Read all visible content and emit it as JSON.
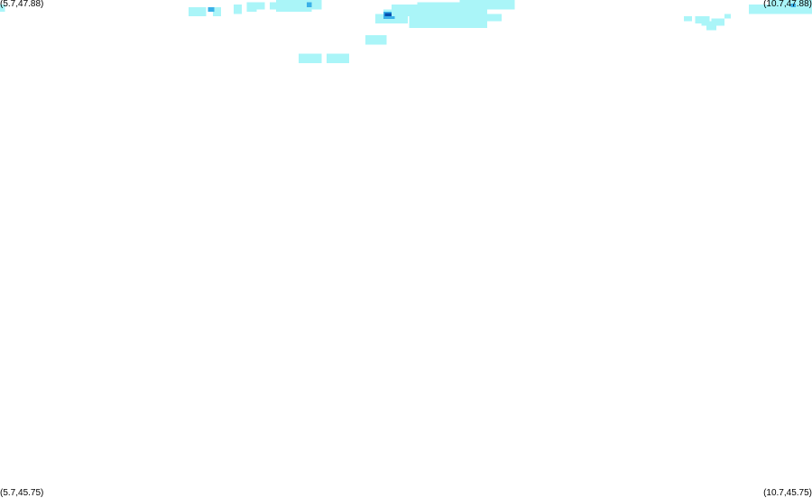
{
  "map": {
    "corners": {
      "top_left": "(5.7,47.88)",
      "top_right": "(10.7,47.88)",
      "bottom_left": "(5.7,45.75)",
      "bottom_right": "(10.7,45.75)"
    },
    "extent": {
      "lon_min": 5.7,
      "lon_max": 10.7,
      "lat_min": 45.75,
      "lat_max": 47.88
    },
    "colors": {
      "light": "#aaf5f8",
      "medium": "#3ab0e8",
      "strong": "#0050b0"
    },
    "precipitation_cells": [
      {
        "lon": 5.7,
        "lat": 47.86,
        "w": 0.03,
        "h": 0.03,
        "level": "light"
      },
      {
        "lon": 6.86,
        "lat": 47.85,
        "w": 0.11,
        "h": 0.04,
        "level": "light"
      },
      {
        "lon": 7.01,
        "lat": 47.85,
        "w": 0.05,
        "h": 0.04,
        "level": "light"
      },
      {
        "lon": 7.14,
        "lat": 47.86,
        "w": 0.05,
        "h": 0.04,
        "level": "light"
      },
      {
        "lon": 7.22,
        "lat": 47.87,
        "w": 0.06,
        "h": 0.04,
        "level": "light"
      },
      {
        "lon": 7.28,
        "lat": 47.87,
        "w": 0.05,
        "h": 0.03,
        "level": "light"
      },
      {
        "lon": 7.36,
        "lat": 47.87,
        "w": 0.04,
        "h": 0.03,
        "level": "light"
      },
      {
        "lon": 7.4,
        "lat": 47.88,
        "w": 0.22,
        "h": 0.05,
        "level": "light"
      },
      {
        "lon": 7.47,
        "lat": 47.86,
        "w": 0.05,
        "h": 0.02,
        "level": "light"
      },
      {
        "lon": 7.52,
        "lat": 47.88,
        "w": 0.16,
        "h": 0.04,
        "level": "light"
      },
      {
        "lon": 7.52,
        "lat": 47.86,
        "w": 0.03,
        "h": 0.02,
        "level": "light"
      },
      {
        "lon": 7.59,
        "lat": 47.87,
        "w": 0.03,
        "h": 0.02,
        "level": "medium"
      },
      {
        "lon": 7.63,
        "lat": 47.88,
        "w": 0.04,
        "h": 0.02,
        "level": "light"
      },
      {
        "lon": 6.98,
        "lat": 47.85,
        "w": 0.04,
        "h": 0.02,
        "level": "medium"
      },
      {
        "lon": 8.06,
        "lat": 47.84,
        "w": 0.06,
        "h": 0.05,
        "level": "light"
      },
      {
        "lon": 8.01,
        "lat": 47.82,
        "w": 0.2,
        "h": 0.04,
        "level": "light"
      },
      {
        "lon": 8.06,
        "lat": 47.83,
        "w": 0.07,
        "h": 0.03,
        "level": "medium"
      },
      {
        "lon": 8.07,
        "lat": 47.825,
        "w": 0.06,
        "h": 0.015,
        "level": "strong"
      },
      {
        "lon": 8.11,
        "lat": 47.86,
        "w": 0.16,
        "h": 0.05,
        "level": "light"
      },
      {
        "lon": 8.14,
        "lat": 47.81,
        "w": 0.06,
        "h": 0.02,
        "level": "light"
      },
      {
        "lon": 8.22,
        "lat": 47.84,
        "w": 0.48,
        "h": 0.08,
        "level": "light"
      },
      {
        "lon": 8.27,
        "lat": 47.87,
        "w": 0.42,
        "h": 0.04,
        "level": "light"
      },
      {
        "lon": 8.53,
        "lat": 47.88,
        "w": 0.34,
        "h": 0.04,
        "level": "light"
      },
      {
        "lon": 8.67,
        "lat": 47.82,
        "w": 0.12,
        "h": 0.03,
        "level": "light"
      },
      {
        "lon": 7.95,
        "lat": 47.73,
        "w": 0.13,
        "h": 0.04,
        "level": "light"
      },
      {
        "lon": 7.99,
        "lat": 47.71,
        "w": 0.07,
        "h": 0.02,
        "level": "light"
      },
      {
        "lon": 7.54,
        "lat": 47.65,
        "w": 0.14,
        "h": 0.04,
        "level": "light"
      },
      {
        "lon": 7.71,
        "lat": 47.65,
        "w": 0.14,
        "h": 0.04,
        "level": "light"
      },
      {
        "lon": 9.91,
        "lat": 47.81,
        "w": 0.05,
        "h": 0.02,
        "level": "light"
      },
      {
        "lon": 9.98,
        "lat": 47.81,
        "w": 0.09,
        "h": 0.03,
        "level": "light"
      },
      {
        "lon": 10.08,
        "lat": 47.8,
        "w": 0.08,
        "h": 0.03,
        "level": "light"
      },
      {
        "lon": 10.02,
        "lat": 47.79,
        "w": 0.11,
        "h": 0.02,
        "level": "light"
      },
      {
        "lon": 10.05,
        "lat": 47.77,
        "w": 0.06,
        "h": 0.02,
        "level": "light"
      },
      {
        "lon": 10.16,
        "lat": 47.82,
        "w": 0.04,
        "h": 0.02,
        "level": "light"
      },
      {
        "lon": 10.31,
        "lat": 47.86,
        "w": 0.39,
        "h": 0.04,
        "level": "light"
      },
      {
        "lon": 10.44,
        "lat": 47.88,
        "w": 0.26,
        "h": 0.02,
        "level": "light"
      },
      {
        "lon": 10.54,
        "lat": 47.87,
        "w": 0.08,
        "h": 0.02,
        "level": "light"
      },
      {
        "lon": 10.57,
        "lat": 47.865,
        "w": 0.03,
        "h": 0.015,
        "level": "medium"
      }
    ]
  }
}
